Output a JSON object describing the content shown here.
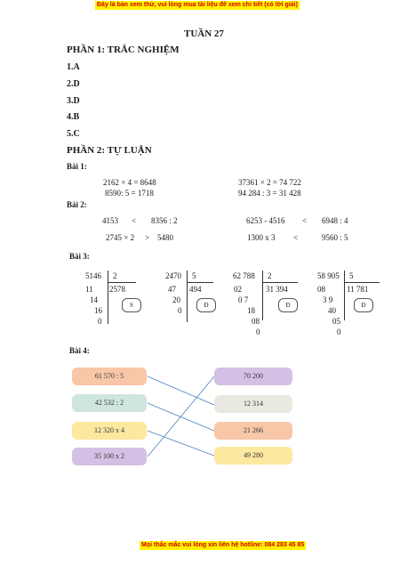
{
  "banner_top": "Đây là bản xem thử, vui lòng mua tài liệu để xem chi tiết (có lời giải)",
  "banner_bottom": "Mọi thắc mắc vui lòng xin liên hệ hotline: 084 283 45 85",
  "week_title": "TUẦN 27",
  "part1": {
    "title": "PHẦN 1: TRẮC NGHIỆM",
    "answers": [
      "1.A",
      "2.D",
      "3.D",
      "4.B",
      "5.C"
    ]
  },
  "part2": {
    "title": "PHẦN 2: TỰ LUẬN",
    "bai1": {
      "label": "Bài 1:",
      "row1_left": "2162 × 4 = 8648",
      "row1_right": "37361 × 2 = 74 722",
      "row2_left": "8590: 5 = 1718",
      "row2_right": "94 284 : 3 = 31 428"
    },
    "bai2": {
      "label": "Bài 2:",
      "rows": [
        {
          "left_a": "4153",
          "left_op": "<",
          "left_b": "8356 : 2",
          "right_a": "6253 - 4516",
          "right_op": "<",
          "right_b": "6948 : 4"
        },
        {
          "left_a": "2745 × 2",
          "left_op": ">",
          "left_b": "5480",
          "right_a": "1300 x 3",
          "right_op": "<",
          "right_b": "9560 : 5"
        }
      ]
    },
    "bai3": {
      "label": "Bài 3:",
      "divisions": [
        {
          "dividend": "5146",
          "divisor": "2",
          "quotient": "2578",
          "steps": [
            "11",
            "14",
            "16",
            "0"
          ],
          "mark": "S"
        },
        {
          "dividend": "2470",
          "divisor": "5",
          "quotient": "494",
          "steps": [
            "47",
            "20",
            "0"
          ],
          "mark": "Đ"
        },
        {
          "dividend": "62 788",
          "divisor": "2",
          "quotient": "31 394",
          "steps": [
            "02",
            "0 7",
            "18",
            "08",
            "0"
          ],
          "mark": "Đ"
        },
        {
          "dividend": "58 905",
          "divisor": "5",
          "quotient": "11 781",
          "steps": [
            "08",
            "3 9",
            "40",
            "05",
            "0"
          ],
          "mark": "Đ"
        }
      ]
    },
    "bai4": {
      "label": "Bài 4:",
      "left": [
        "61 570 : 5",
        "42 532 : 2",
        "12 320 x 4",
        "35 100 x 2"
      ],
      "right": [
        "70 200",
        "12 314",
        "21 266",
        "49 280"
      ],
      "matches": [
        [
          0,
          1
        ],
        [
          1,
          2
        ],
        [
          2,
          3
        ],
        [
          3,
          0
        ]
      ]
    }
  }
}
